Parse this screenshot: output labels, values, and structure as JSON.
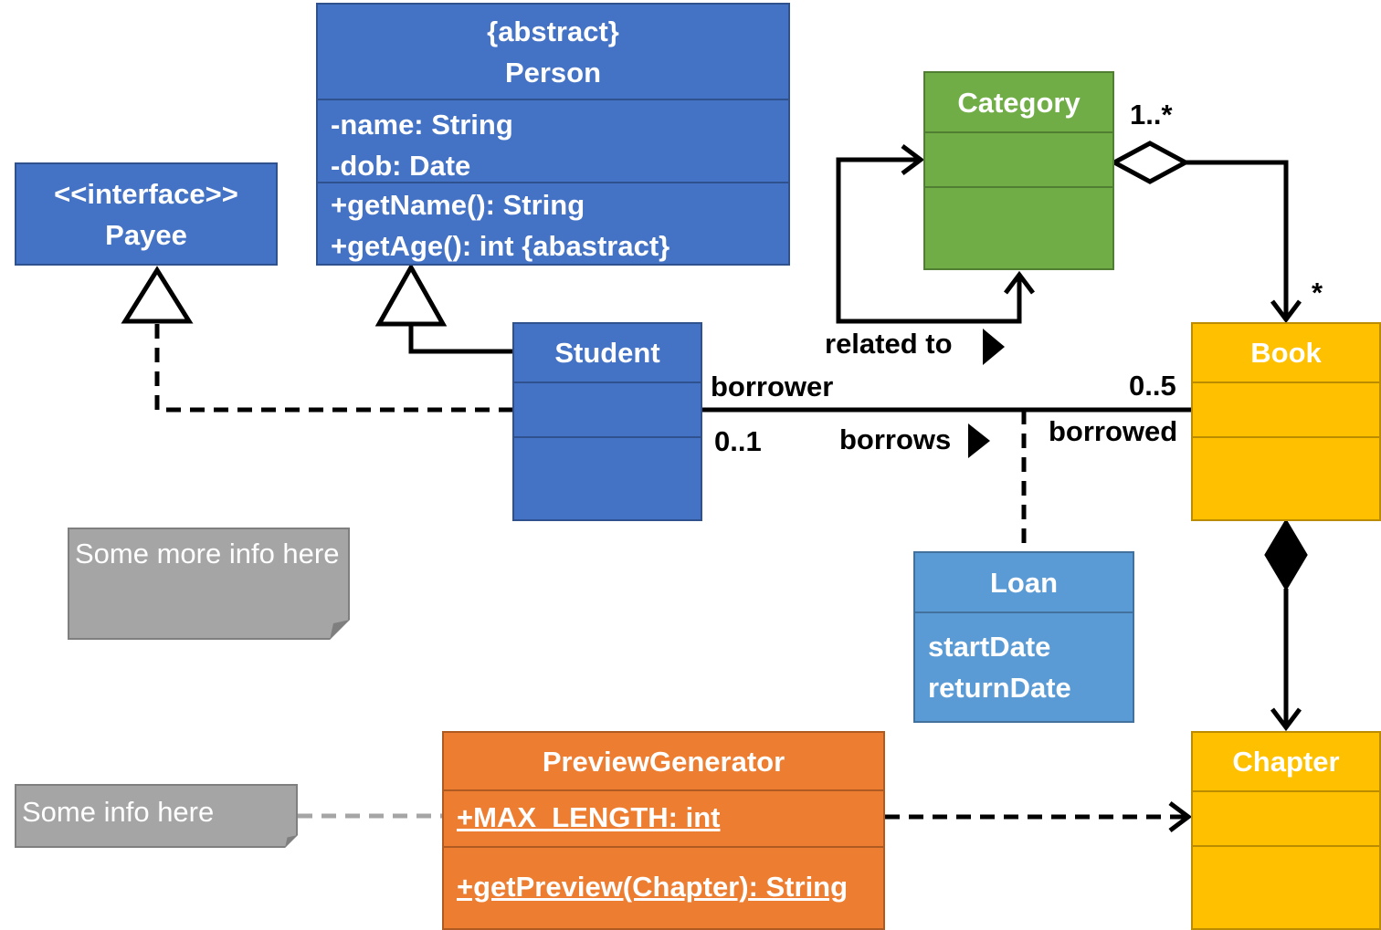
{
  "classes": {
    "person": {
      "stereotype": "{abstract}",
      "name": "Person",
      "attributes": [
        "-name: String",
        "-dob: Date"
      ],
      "methods": [
        "+getName(): String",
        "+getAge(): int {abastract}"
      ]
    },
    "payee": {
      "stereotype": "<<interface>>",
      "name": "Payee"
    },
    "category": {
      "name": "Category"
    },
    "student": {
      "name": "Student"
    },
    "book": {
      "name": "Book"
    },
    "loan": {
      "name": "Loan",
      "attributes": [
        "startDate",
        "returnDate"
      ]
    },
    "preview_generator": {
      "name": "PreviewGenerator",
      "attributes": [
        "+MAX_LENGTH: int"
      ],
      "methods": [
        "+getPreview(Chapter): String"
      ]
    },
    "chapter": {
      "name": "Chapter"
    }
  },
  "notes": {
    "note1": "Some more info here",
    "note2": "Some info here"
  },
  "labels": {
    "related_to": "related to",
    "multiplicity_category": "1..*",
    "multiplicity_book_star": "*",
    "borrower": "borrower",
    "multiplicity_borrower": "0..1",
    "borrows": "borrows",
    "borrowed": "borrowed",
    "multiplicity_borrowed": "0..5"
  },
  "colors": {
    "blue": "#4472c4",
    "light_blue": "#5b9bd5",
    "green": "#70ad47",
    "yellow": "#ffc000",
    "orange": "#ed7d31",
    "gray": "#a5a5a5"
  }
}
